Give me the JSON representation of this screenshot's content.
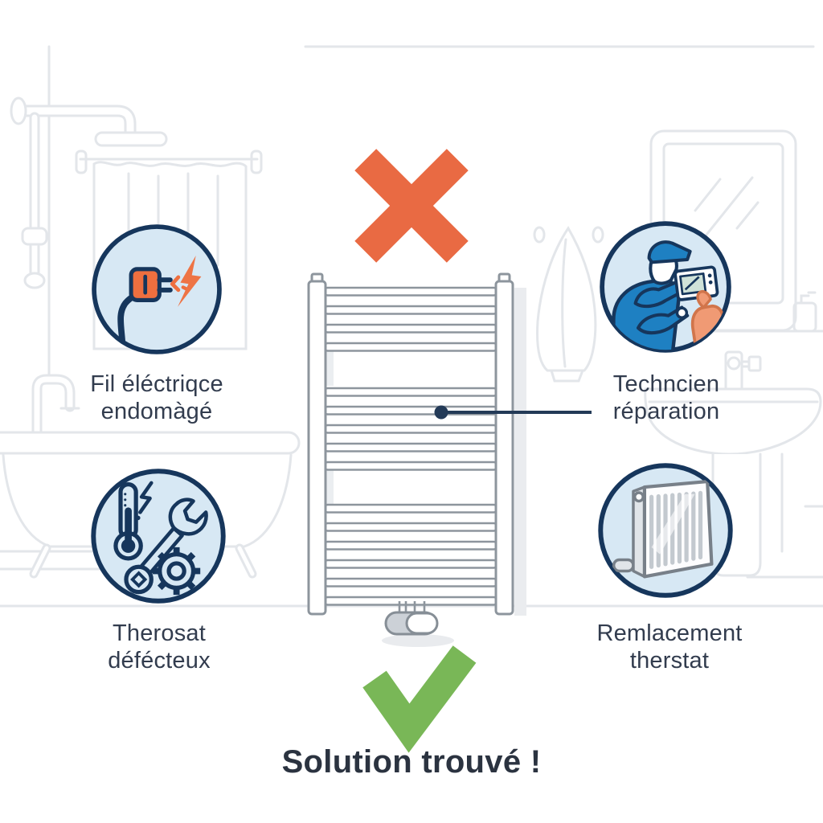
{
  "labels": {
    "top_left": {
      "line1": "Fil éléctriqce",
      "line2": "endomàgé"
    },
    "top_right": {
      "line1": "Techncien",
      "line2": "réparation"
    },
    "bottom_left": {
      "line1": "Therosat",
      "line2": "défécteux"
    },
    "bottom_right": {
      "line1": "Remlacement",
      "line2": "therstat"
    }
  },
  "footer": {
    "title": "Solution trouvé !"
  },
  "icons": {
    "top_left": "damaged-electric-wire-icon",
    "top_right": "technician-repair-icon",
    "bottom_left": "faulty-thermostat-icon",
    "bottom_right": "replacement-radiator-icon",
    "center_top": "cross-icon",
    "center_bottom": "check-icon",
    "center": "towel-radiator-illustration"
  },
  "colors": {
    "cross_orange": "#E96A43",
    "check_green": "#79B757",
    "accent_orange": "#EE7445",
    "circle_fill": "#D7E8F4",
    "circle_border": "#16365C",
    "text_dark": "#323C4E",
    "line_art_gray": "#E3E6EA",
    "radiator_outline": "#8D959D",
    "technician_blue": "#1E80C2",
    "hand_orange": "#F09A74"
  }
}
